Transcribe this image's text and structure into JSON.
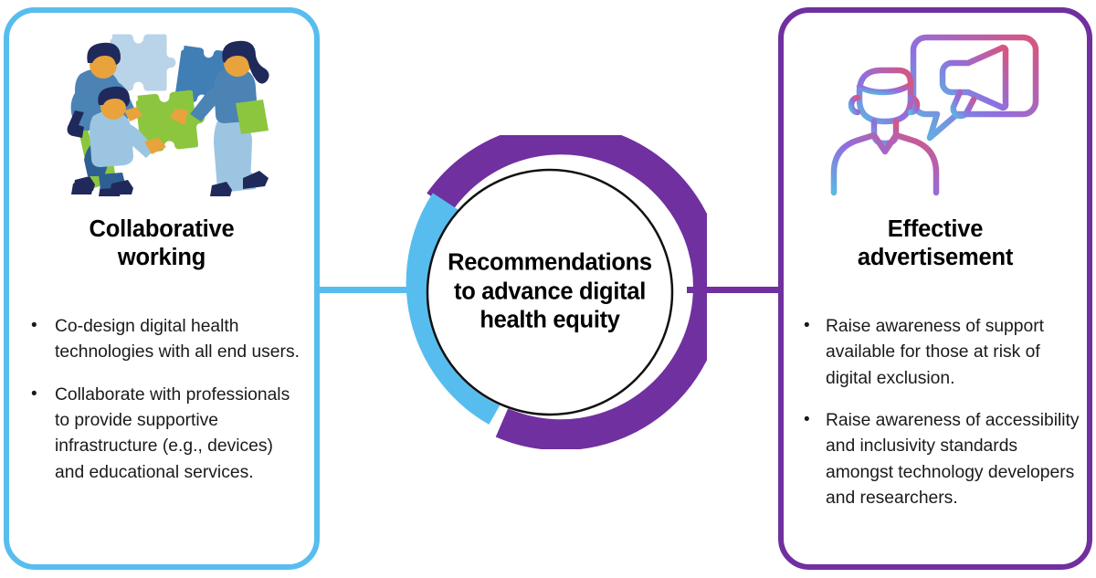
{
  "figure": {
    "type": "hub-and-spoke diagram",
    "center": {
      "label": "Recommendations\nto advance digital\nhealth equity",
      "lines": [
        "Recommendations",
        "to advance digital",
        "health equity"
      ],
      "ring": {
        "segments": [
          {
            "name": "purple-arc",
            "color": "#7030a0",
            "start_deg": -57,
            "end_deg": 104
          },
          {
            "name": "blue-arc",
            "color": "#57bdee",
            "start_deg": 117,
            "end_deg": 297
          }
        ]
      }
    },
    "branches": [
      {
        "id": "collaborative-working",
        "side": "left",
        "accent": "#57bdee",
        "title_lines": [
          "Collaborative",
          "working"
        ],
        "icon": "teamwork-puzzle-illustration",
        "bullets": [
          "Co-design digital health technologies with all end users.",
          " Collaborate with professionals to provide supportive infrastructure (e.g., devices) and educational services."
        ]
      },
      {
        "id": "effective-advertisement",
        "side": "right",
        "accent": "#7030a0",
        "title_lines": [
          "Effective",
          "advertisement"
        ],
        "icon": "person-megaphone-speech-bubble-icon",
        "bullets": [
          "Raise awareness of support available for those at risk of digital exclusion.",
          " Raise awareness of accessibility and inclusivity standards amongst technology developers and researchers."
        ]
      }
    ],
    "connectors": [
      {
        "name": "left-connector",
        "color": "#57bdee"
      },
      {
        "name": "right-connector",
        "color": "#7030a0"
      }
    ],
    "palette": {
      "blue": "#57bdee",
      "purple": "#7030a0",
      "text": "#000000",
      "background": "#ffffff",
      "illustration_green": "#8cc63f",
      "illustration_navy": "#1f2a5a",
      "illustration_steel": "#4b83b5",
      "illustration_pale": "#b9d3e8",
      "icon_pink": "#d8557f",
      "icon_violet": "#8f6fe0",
      "icon_cyan": "#5bb8e0"
    }
  }
}
